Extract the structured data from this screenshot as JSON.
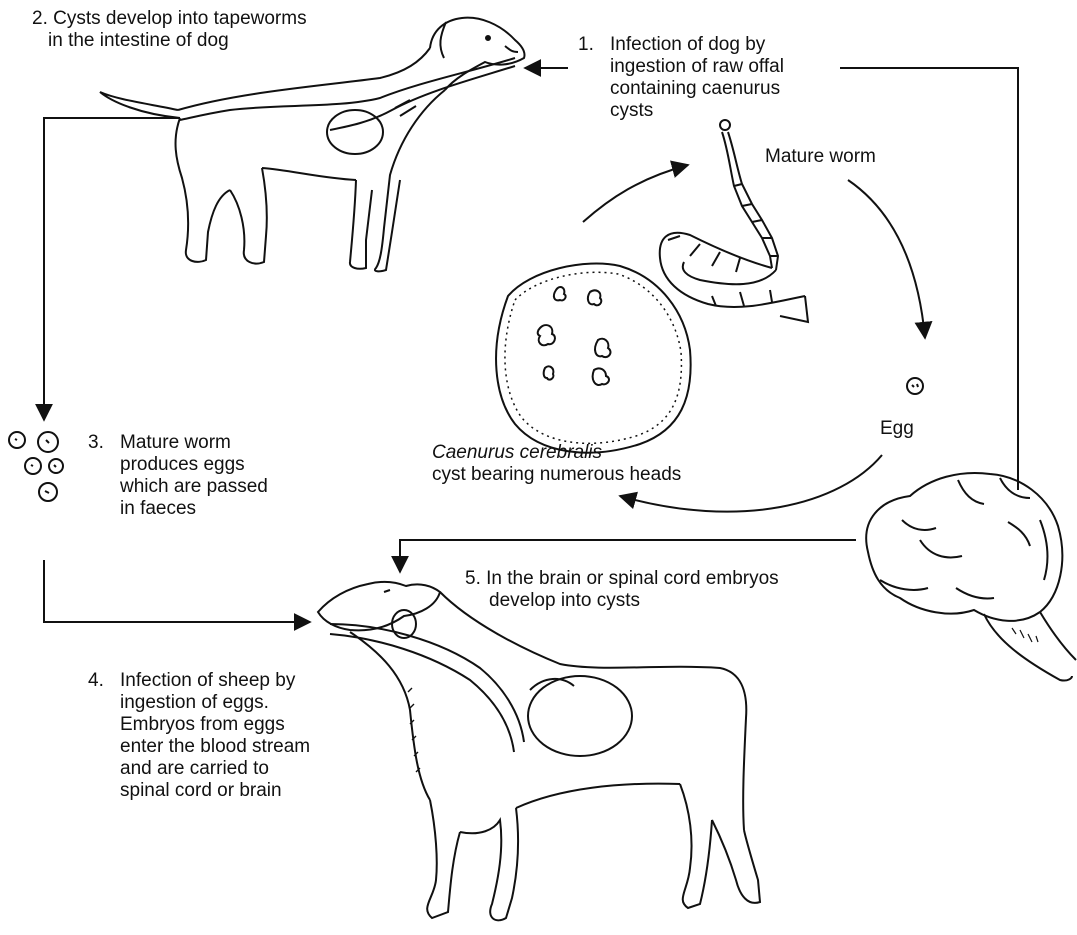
{
  "steps": {
    "step1": {
      "number": "1.",
      "lines": [
        "Infection of dog by",
        "ingestion of raw offal",
        "containing caenurus",
        "cysts"
      ]
    },
    "step2": {
      "lines": [
        "2. Cysts develop into tapeworms",
        "in the intestine of dog"
      ]
    },
    "step3": {
      "number": "3.",
      "lines": [
        "Mature worm",
        "produces eggs",
        "which are passed",
        "in faeces"
      ]
    },
    "step4": {
      "number": "4.",
      "lines": [
        "Infection of sheep by",
        "ingestion of eggs.",
        "Embryos from eggs",
        "enter the blood stream",
        "and are carried to",
        "spinal cord or brain"
      ]
    },
    "step5": {
      "lines": [
        "5. In the brain or spinal cord embryos",
        "develop into cysts"
      ]
    }
  },
  "cycle": {
    "mature_worm_label": "Mature worm",
    "egg_label": "Egg",
    "cyst_species": "Caenurus cerebralis",
    "cyst_caption": "cyst bearing numerous heads"
  }
}
